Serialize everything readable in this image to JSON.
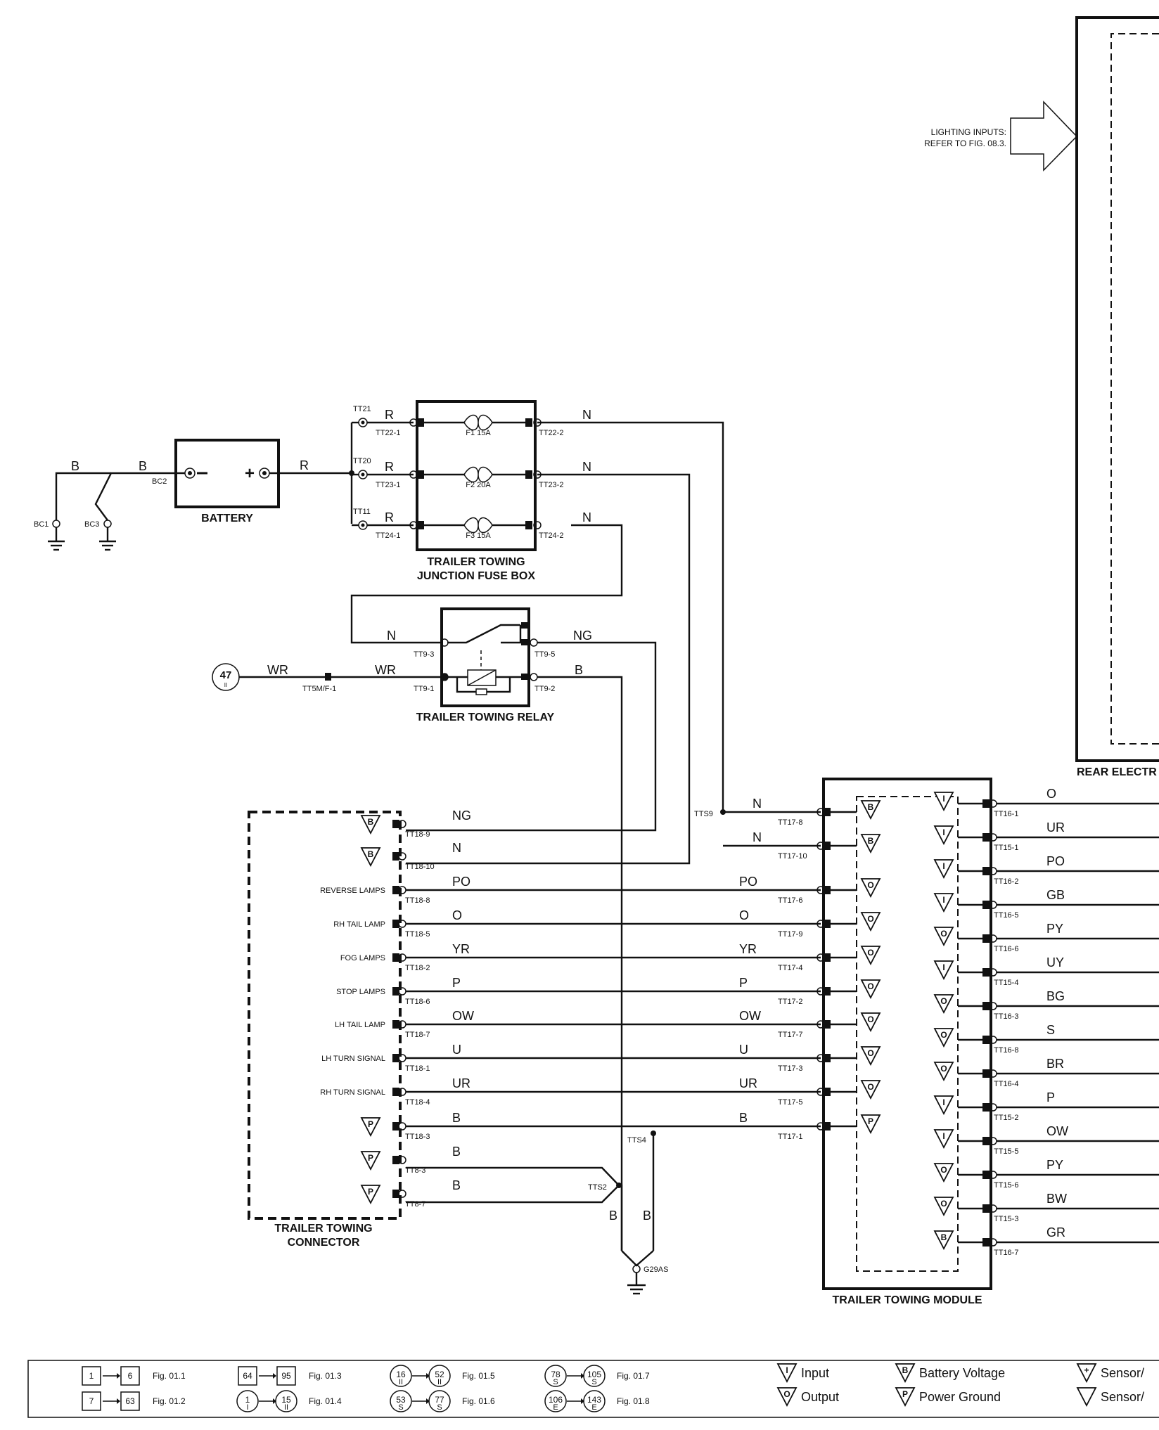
{
  "labels": {
    "lighting_inputs_1": "LIGHTING INPUTS:",
    "lighting_inputs_2": "REFER TO FIG. 08.3.",
    "rear_electrical": "REAR ELECTR",
    "battery": "BATTERY",
    "fuse_box_1": "TRAILER TOWING",
    "fuse_box_2": "JUNCTION FUSE BOX",
    "relay": "TRAILER TOWING RELAY",
    "connector_1": "TRAILER TOWING",
    "connector_2": "CONNECTOR",
    "module": "TRAILER TOWING MODULE",
    "ground_g29as": "G29AS",
    "bc1": "BC1",
    "bc2": "BC2",
    "bc3": "BC3",
    "tts9": "TTS9",
    "tts4": "TTS4",
    "tts2": "TTS2",
    "tt5mf1": "TT5M/F-1",
    "ref_47": "47",
    "ref_47_sub": "II"
  },
  "battery_wires": {
    "neg_left": "B",
    "neg_right": "B",
    "pos": "R"
  },
  "fuses": [
    {
      "in_splice": "TT21",
      "in_wire": "R",
      "in_pin": "TT22-1",
      "label": "F1 15A",
      "out_pin": "TT22-2",
      "out_wire": "N"
    },
    {
      "in_splice": "TT20",
      "in_wire": "R",
      "in_pin": "TT23-1",
      "label": "F2 20A",
      "out_pin": "TT23-2",
      "out_wire": "N"
    },
    {
      "in_splice": "TT11",
      "in_wire": "R",
      "in_pin": "TT24-1",
      "label": "F3 15A",
      "out_pin": "TT24-2",
      "out_wire": "N"
    }
  ],
  "relay": {
    "pin3": "TT9-3",
    "pin3_wire": "N",
    "pin5": "TT9-5",
    "pin5_wire": "NG",
    "pin1": "TT9-1",
    "pin1_wire": "WR",
    "ext_wire": "WR",
    "pin2": "TT9-2",
    "pin2_wire": "B"
  },
  "connector_pins": [
    {
      "label": "",
      "icon": "B",
      "pin": "TT18-9",
      "wire": "NG",
      "module_wire": "",
      "module_pin": ""
    },
    {
      "label": "",
      "icon": "B",
      "pin": "TT18-10",
      "wire": "N",
      "module_wire": "",
      "module_pin": ""
    },
    {
      "label": "REVERSE LAMPS",
      "icon": "",
      "pin": "TT18-8",
      "wire": "PO",
      "module_wire": "PO",
      "module_pin": "TT17-6"
    },
    {
      "label": "RH TAIL LAMP",
      "icon": "",
      "pin": "TT18-5",
      "wire": "O",
      "module_wire": "O",
      "module_pin": "TT17-9"
    },
    {
      "label": "FOG LAMPS",
      "icon": "",
      "pin": "TT18-2",
      "wire": "YR",
      "module_wire": "YR",
      "module_pin": "TT17-4"
    },
    {
      "label": "STOP LAMPS",
      "icon": "",
      "pin": "TT18-6",
      "wire": "P",
      "module_wire": "P",
      "module_pin": "TT17-2"
    },
    {
      "label": "LH TAIL LAMP",
      "icon": "",
      "pin": "TT18-7",
      "wire": "OW",
      "module_wire": "OW",
      "module_pin": "TT17-7"
    },
    {
      "label": "LH TURN SIGNAL",
      "icon": "",
      "pin": "TT18-1",
      "wire": "U",
      "module_wire": "U",
      "module_pin": "TT17-3"
    },
    {
      "label": "RH TURN SIGNAL",
      "icon": "",
      "pin": "TT18-4",
      "wire": "UR",
      "module_wire": "UR",
      "module_pin": "TT17-5"
    },
    {
      "label": "",
      "icon": "P",
      "pin": "TT18-3",
      "wire": "B",
      "module_wire": "B",
      "module_pin": "TT17-1"
    },
    {
      "label": "",
      "icon": "P",
      "pin": "TT8-3",
      "wire": "B",
      "module_wire": "",
      "module_pin": ""
    },
    {
      "label": "",
      "icon": "P",
      "pin": "TT8-7",
      "wire": "B",
      "module_wire": "",
      "module_pin": ""
    }
  ],
  "module_left_pins": [
    {
      "pin": "TT17-8",
      "wire": "N",
      "icon": "B"
    },
    {
      "pin": "TT17-10",
      "wire": "N",
      "icon": "B"
    },
    {
      "pin": "TT17-6",
      "wire": "",
      "icon": "O"
    },
    {
      "pin": "TT17-9",
      "wire": "",
      "icon": "O"
    },
    {
      "pin": "TT17-4",
      "wire": "",
      "icon": "O"
    },
    {
      "pin": "TT17-2",
      "wire": "",
      "icon": "O"
    },
    {
      "pin": "TT17-7",
      "wire": "",
      "icon": "O"
    },
    {
      "pin": "TT17-3",
      "wire": "",
      "icon": "O"
    },
    {
      "pin": "TT17-5",
      "wire": "",
      "icon": "O"
    },
    {
      "pin": "TT17-1",
      "wire": "",
      "icon": "P"
    }
  ],
  "module_right_pins": [
    {
      "pin": "TT16-1",
      "wire": "O",
      "icon": "I"
    },
    {
      "pin": "TT15-1",
      "wire": "UR",
      "icon": "I"
    },
    {
      "pin": "TT16-2",
      "wire": "PO",
      "icon": "I"
    },
    {
      "pin": "TT16-5",
      "wire": "GB",
      "icon": "I"
    },
    {
      "pin": "TT16-6",
      "wire": "PY",
      "icon": "O"
    },
    {
      "pin": "TT15-4",
      "wire": "UY",
      "icon": "I"
    },
    {
      "pin": "TT16-3",
      "wire": "BG",
      "icon": "O"
    },
    {
      "pin": "TT16-8",
      "wire": "S",
      "icon": "O"
    },
    {
      "pin": "TT16-4",
      "wire": "BR",
      "icon": "O"
    },
    {
      "pin": "TT15-2",
      "wire": "P",
      "icon": "I"
    },
    {
      "pin": "TT15-5",
      "wire": "OW",
      "icon": "I"
    },
    {
      "pin": "TT15-6",
      "wire": "PY",
      "icon": "O"
    },
    {
      "pin": "TT15-3",
      "wire": "BW",
      "icon": "O"
    },
    {
      "pin": "TT16-7",
      "wire": "GR",
      "icon": "B"
    }
  ],
  "ground_wires": {
    "left": "B",
    "right": "B"
  },
  "legend_refs": [
    {
      "a": "1",
      "b": "6",
      "fig": "Fig. 01.1",
      "shape": "square",
      "sa": "",
      "sb": ""
    },
    {
      "a": "7",
      "b": "63",
      "fig": "Fig. 01.2",
      "shape": "square",
      "sa": "",
      "sb": ""
    },
    {
      "a": "64",
      "b": "95",
      "fig": "Fig. 01.3",
      "shape": "square",
      "sa": "",
      "sb": ""
    },
    {
      "a": "1",
      "b": "15",
      "fig": "Fig. 01.4",
      "shape": "circle",
      "sa": "I",
      "sb": "II"
    },
    {
      "a": "16",
      "b": "52",
      "fig": "Fig. 01.5",
      "shape": "circle",
      "sa": "II",
      "sb": "II"
    },
    {
      "a": "53",
      "b": "77",
      "fig": "Fig. 01.6",
      "shape": "circle",
      "sa": "S",
      "sb": "S"
    },
    {
      "a": "78",
      "b": "105",
      "fig": "Fig. 01.7",
      "shape": "circle",
      "sa": "S",
      "sb": "S"
    },
    {
      "a": "106",
      "b": "143",
      "fig": "Fig. 01.8",
      "shape": "circle",
      "sa": "E",
      "sb": "E"
    }
  ],
  "legend_symbols": [
    {
      "icon": "I",
      "text": "Input"
    },
    {
      "icon": "O",
      "text": "Output"
    },
    {
      "icon": "B",
      "text": "Battery Voltage"
    },
    {
      "icon": "P",
      "text": "Power Ground"
    },
    {
      "icon": "+",
      "text": "Sensor/"
    },
    {
      "icon": "",
      "text": "Sensor/"
    }
  ]
}
